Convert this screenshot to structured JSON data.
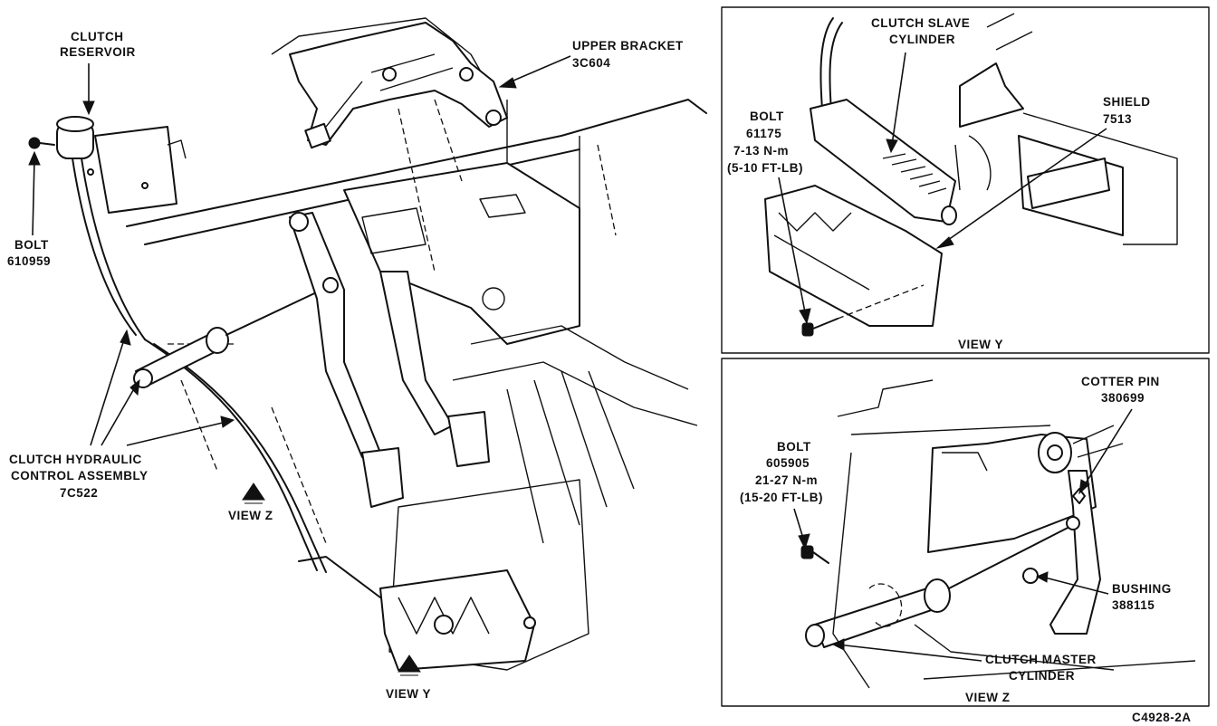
{
  "labels": {
    "clutch_reservoir": [
      "CLUTCH",
      "RESERVOIR"
    ],
    "bolt_610959": [
      "BOLT",
      "610959"
    ],
    "clutch_hydraulic": [
      "CLUTCH HYDRAULIC",
      "CONTROL ASSEMBLY",
      "7C522"
    ],
    "view_z_main": "VIEW Z",
    "view_y_main": "VIEW Y",
    "upper_bracket": [
      "UPPER BRACKET",
      "3C604"
    ],
    "clutch_slave_cylinder": [
      "CLUTCH SLAVE",
      "CYLINDER"
    ],
    "shield": [
      "SHIELD",
      "7513"
    ],
    "bolt_61175": [
      "BOLT",
      "61175",
      "7-13 N-m",
      "(5-10 FT-LB)"
    ],
    "view_y_inset": "VIEW Y",
    "cotter_pin": [
      "COTTER PIN",
      "380699"
    ],
    "bolt_605905": [
      "BOLT",
      "605905",
      "21-27 N-m",
      "(15-20 FT-LB)"
    ],
    "bushing": [
      "BUSHING",
      "388115"
    ],
    "clutch_master_cylinder": [
      "CLUTCH MASTER",
      "CYLINDER"
    ],
    "view_z_inset": "VIEW Z",
    "figure_code": "C4928-2A"
  }
}
